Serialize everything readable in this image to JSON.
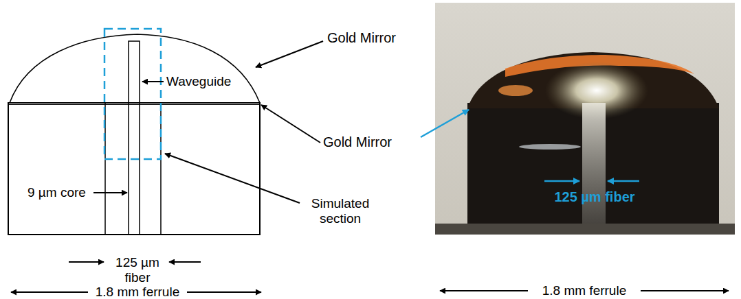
{
  "diagram": {
    "labels": [
      "Gold Mirror",
      "Waveguide",
      "Gold Mirror",
      "9 µm core",
      "Simulated section",
      "125 µm fiber",
      "1.8 mm ferrule",
      "125 µm fiber",
      "1.8 mm ferrule"
    ]
  }
}
